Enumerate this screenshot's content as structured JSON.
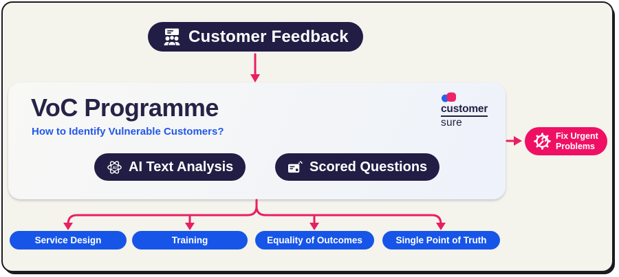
{
  "diagram": {
    "source": {
      "label": "Customer Feedback"
    },
    "programme": {
      "title": "VoC Programme",
      "subtitle": "How to Identify Vulnerable Customers?",
      "methods": [
        {
          "label": "AI Text Analysis",
          "icon": "atom-ai-icon"
        },
        {
          "label": "Scored Questions",
          "icon": "scorecard-icon"
        }
      ],
      "logo": {
        "top": "customer",
        "bottom": "sure"
      }
    },
    "action": {
      "line1": "Fix Urgent",
      "line2": "Problems",
      "icon": "gear-wrench-icon"
    },
    "outcomes": [
      {
        "label": "Service Design"
      },
      {
        "label": "Training"
      },
      {
        "label": "Equality of Outcomes"
      },
      {
        "label": "Single Point of Truth"
      }
    ]
  },
  "colors": {
    "canvas_bg": "#f4f3ec",
    "frame_border": "#1a1a20",
    "node_dark": "#221d44",
    "node_blue": "#1655e8",
    "node_pink": "#ef1064",
    "arrow_pink": "#e81f63",
    "card_bg": "#f2f4f9",
    "title_navy": "#272347",
    "subtitle_blue": "#2257e9",
    "logo_blue": "#2563eb",
    "logo_pink": "#ef2368"
  }
}
